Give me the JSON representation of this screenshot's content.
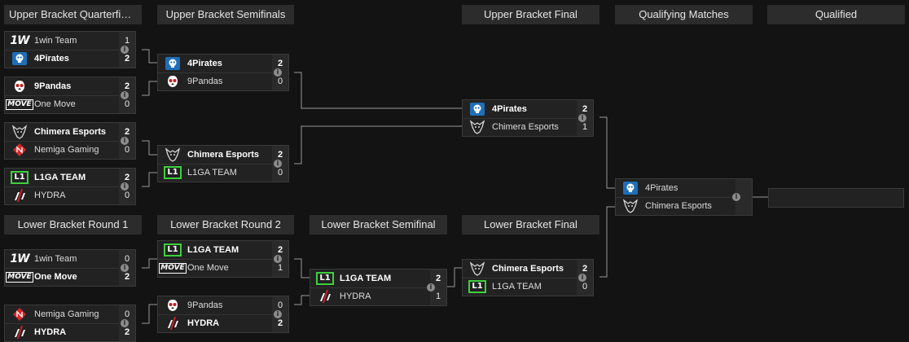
{
  "headers": [
    "Upper Bracket Quarterfinals",
    "Upper Bracket Semifinals",
    "Upper Bracket Final",
    "Qualifying Matches",
    "Qualified",
    "Lower Bracket Round 1",
    "Lower Bracket Round 2",
    "Lower Bracket Semifinal",
    "Lower Bracket Final"
  ],
  "info_label": "i",
  "teams": {
    "1win": {
      "name": "1win Team",
      "logo": "1win-logo",
      "logo_text": "1W"
    },
    "4pirates": {
      "name": "4Pirates",
      "logo": "skull-logo"
    },
    "9pandas": {
      "name": "9Pandas",
      "logo": "panda-logo"
    },
    "onemove": {
      "name": "One Move",
      "logo": "move-logo",
      "logo_text": "MOVE"
    },
    "chimera": {
      "name": "Chimera Esports",
      "logo": "chimera-logo"
    },
    "nemiga": {
      "name": "Nemiga Gaming",
      "logo": "nemiga-logo"
    },
    "l1ga": {
      "name": "L1GA TEAM",
      "logo": "l1ga-logo",
      "logo_text": "L1"
    },
    "hydra": {
      "name": "HYDRA",
      "logo": "hydra-logo"
    }
  },
  "matches": [
    {
      "id": "ubqf1",
      "teams": [
        {
          "key": "1win",
          "score": "1",
          "win": false
        },
        {
          "key": "4pirates",
          "score": "2",
          "win": true
        }
      ]
    },
    {
      "id": "ubqf2",
      "teams": [
        {
          "key": "9pandas",
          "score": "2",
          "win": true
        },
        {
          "key": "onemove",
          "score": "0",
          "win": false
        }
      ]
    },
    {
      "id": "ubqf3",
      "teams": [
        {
          "key": "chimera",
          "score": "2",
          "win": true
        },
        {
          "key": "nemiga",
          "score": "0",
          "win": false
        }
      ]
    },
    {
      "id": "ubqf4",
      "teams": [
        {
          "key": "l1ga",
          "score": "2",
          "win": true
        },
        {
          "key": "hydra",
          "score": "0",
          "win": false
        }
      ]
    },
    {
      "id": "ubsf1",
      "teams": [
        {
          "key": "4pirates",
          "score": "2",
          "win": true
        },
        {
          "key": "9pandas",
          "score": "0",
          "win": false
        }
      ]
    },
    {
      "id": "ubsf2",
      "teams": [
        {
          "key": "chimera",
          "score": "2",
          "win": true
        },
        {
          "key": "l1ga",
          "score": "0",
          "win": false
        }
      ]
    },
    {
      "id": "ubf",
      "teams": [
        {
          "key": "4pirates",
          "score": "2",
          "win": true
        },
        {
          "key": "chimera",
          "score": "1",
          "win": false
        }
      ]
    },
    {
      "id": "qm",
      "teams": [
        {
          "key": "4pirates",
          "score": "",
          "win": false
        },
        {
          "key": "chimera",
          "score": "",
          "win": false
        }
      ]
    },
    {
      "id": "lbr1a",
      "teams": [
        {
          "key": "1win",
          "score": "0",
          "win": false
        },
        {
          "key": "onemove",
          "score": "2",
          "win": true
        }
      ]
    },
    {
      "id": "lbr1b",
      "teams": [
        {
          "key": "nemiga",
          "score": "0",
          "win": false
        },
        {
          "key": "hydra",
          "score": "2",
          "win": true
        }
      ]
    },
    {
      "id": "lbr2a",
      "teams": [
        {
          "key": "l1ga",
          "score": "2",
          "win": true
        },
        {
          "key": "onemove",
          "score": "1",
          "win": false
        }
      ]
    },
    {
      "id": "lbr2b",
      "teams": [
        {
          "key": "9pandas",
          "score": "0",
          "win": false
        },
        {
          "key": "hydra",
          "score": "2",
          "win": true
        }
      ]
    },
    {
      "id": "lbsf",
      "teams": [
        {
          "key": "l1ga",
          "score": "2",
          "win": true
        },
        {
          "key": "hydra",
          "score": "1",
          "win": false
        }
      ]
    },
    {
      "id": "lbf",
      "teams": [
        {
          "key": "chimera",
          "score": "2",
          "win": true
        },
        {
          "key": "l1ga",
          "score": "0",
          "win": false
        }
      ]
    }
  ]
}
